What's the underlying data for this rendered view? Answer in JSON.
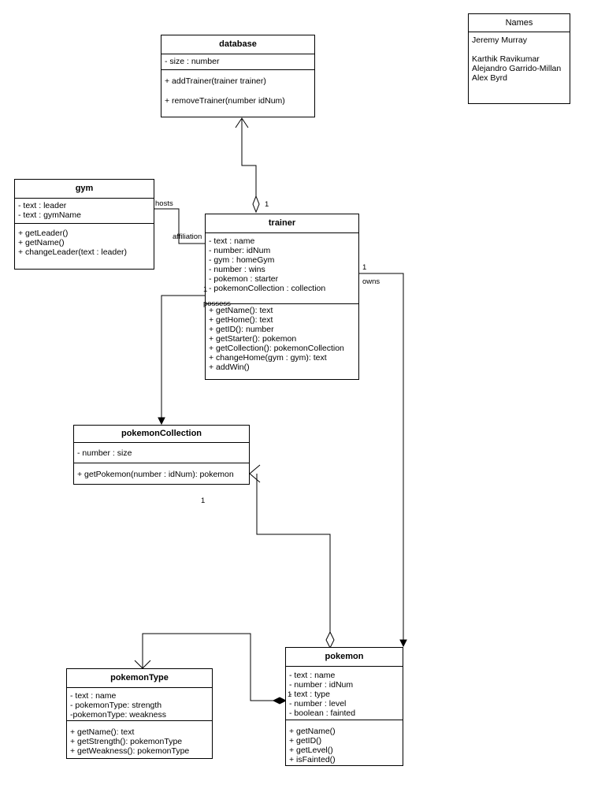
{
  "names": {
    "title": "Names",
    "lines": [
      "Jeremy Murray",
      "Karthik Ravikumar",
      "Alejandro Garrido-Millan",
      "Alex Byrd"
    ]
  },
  "classes": {
    "database": {
      "name": "database",
      "attributes": [
        "- size : number"
      ],
      "methods": [
        "+ addTrainer(trainer trainer)",
        "+ removeTrainer(number idNum)"
      ]
    },
    "gym": {
      "name": "gym",
      "attributes": [
        "- text : leader",
        "- text : gymName"
      ],
      "methods": [
        "+ getLeader()",
        "+ getName()",
        "+ changeLeader(text : leader)"
      ]
    },
    "trainer": {
      "name": "trainer",
      "attributes": [
        "- text : name",
        "- number: idNum",
        "- gym : homeGym",
        "- number : wins",
        "- pokemon : starter",
        "- pokemonCollection : collection"
      ],
      "methods": [
        "+ getName(): text",
        "+ getHome(): text",
        "+ getID(): number",
        "+ getStarter(): pokemon",
        "+ getCollection(): pokemonCollection",
        "+ changeHome(gym : gym): text",
        "+ addWin()"
      ]
    },
    "pokemonCollection": {
      "name": "pokemonCollection",
      "attributes": [
        "- number : size"
      ],
      "methods": [
        "+ getPokemon(number : idNum): pokemon"
      ]
    },
    "pokemon": {
      "name": "pokemon",
      "attributes": [
        "- text : name",
        "- number : idNum",
        "- text : type",
        "- number : level",
        "- boolean : fainted"
      ],
      "methods": [
        "+ getName()",
        "+ getID()",
        "+ getLevel()",
        "+ isFainted()"
      ]
    },
    "pokemonType": {
      "name": "pokemonType",
      "attributes": [
        "- text : name",
        "- pokemonType: strength",
        "-pokemonType: weakness"
      ],
      "methods": [
        "+ getName(): text",
        "+ getStrength(): pokemonType",
        "+ getWeakness(): pokemonType"
      ]
    }
  },
  "labels": {
    "db_trainer_mult": "1",
    "hosts": "hosts",
    "affiliation": "affiliation",
    "possess_mult": "1",
    "possess": "possess",
    "owns_mult": "1",
    "owns": "owns",
    "collection_mult": "1",
    "type_mult": "1"
  }
}
